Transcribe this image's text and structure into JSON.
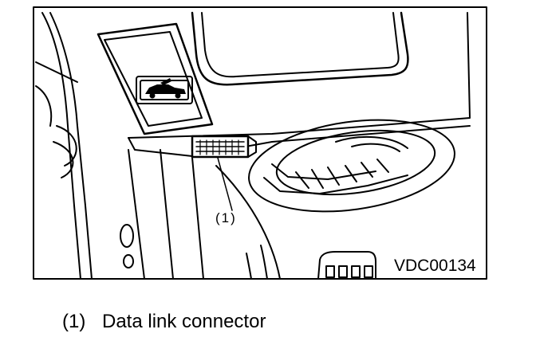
{
  "figure": {
    "callout_label": "(1)",
    "figure_code": "VDC00134"
  },
  "legend": {
    "items": [
      {
        "number": "(1)",
        "text": "Data link connector"
      }
    ]
  },
  "icons": {
    "hood_release": "car-hood-icon"
  }
}
